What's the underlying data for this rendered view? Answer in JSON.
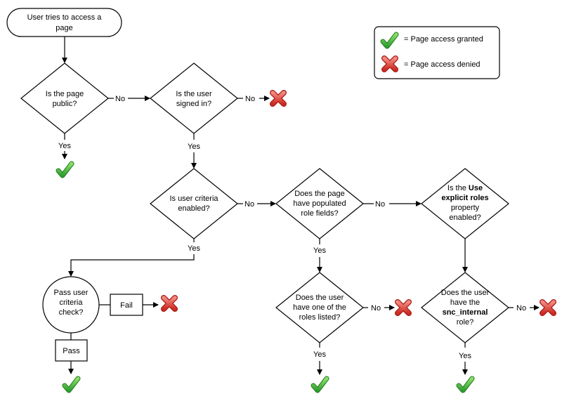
{
  "start": {
    "line1": "User tries to access a",
    "line2": "page"
  },
  "decisions": {
    "public": {
      "line1": "Is the page",
      "line2": "public?"
    },
    "signed": {
      "line1": "Is the user",
      "line2": "signed in?"
    },
    "criteria": {
      "line1": "Is user criteria",
      "line2": "enabled?"
    },
    "rolefields": {
      "line1": "Does the page",
      "line2": "have populated",
      "line3": "role fields?"
    },
    "explicit": {
      "line1_pre": "Is the ",
      "line1_bold": "Use",
      "line2_bold": "explicit roles",
      "line3": "property",
      "line4": "enabled?"
    },
    "hasrole": {
      "line1": "Does the user",
      "line2": "have one of the",
      "line3": "roles listed?"
    },
    "sncinternal": {
      "line1": "Does the user",
      "line2": "have the",
      "line3_bold": "snc_internal",
      "line4": "role?"
    },
    "passcheck": {
      "line1": "Pass user",
      "line2": "criteria",
      "line3": "check?"
    }
  },
  "edge_labels": {
    "public_no": "No",
    "public_yes": "Yes",
    "signed_no": "No",
    "signed_yes": "Yes",
    "criteria_no": "No",
    "criteria_yes": "Yes",
    "rolefields_no": "No",
    "rolefields_yes": "Yes",
    "hasrole_no": "No",
    "hasrole_yes": "Yes",
    "sncinternal_no": "No",
    "sncinternal_yes": "Yes",
    "fail": "Fail",
    "pass": "Pass"
  },
  "legend": {
    "granted": "= Page access granted",
    "denied": "= Page access denied"
  },
  "colors": {
    "granted": "#2e9e2e",
    "granted_light": "#7fd25a",
    "denied": "#d9342b",
    "denied_light": "#f07c72"
  }
}
